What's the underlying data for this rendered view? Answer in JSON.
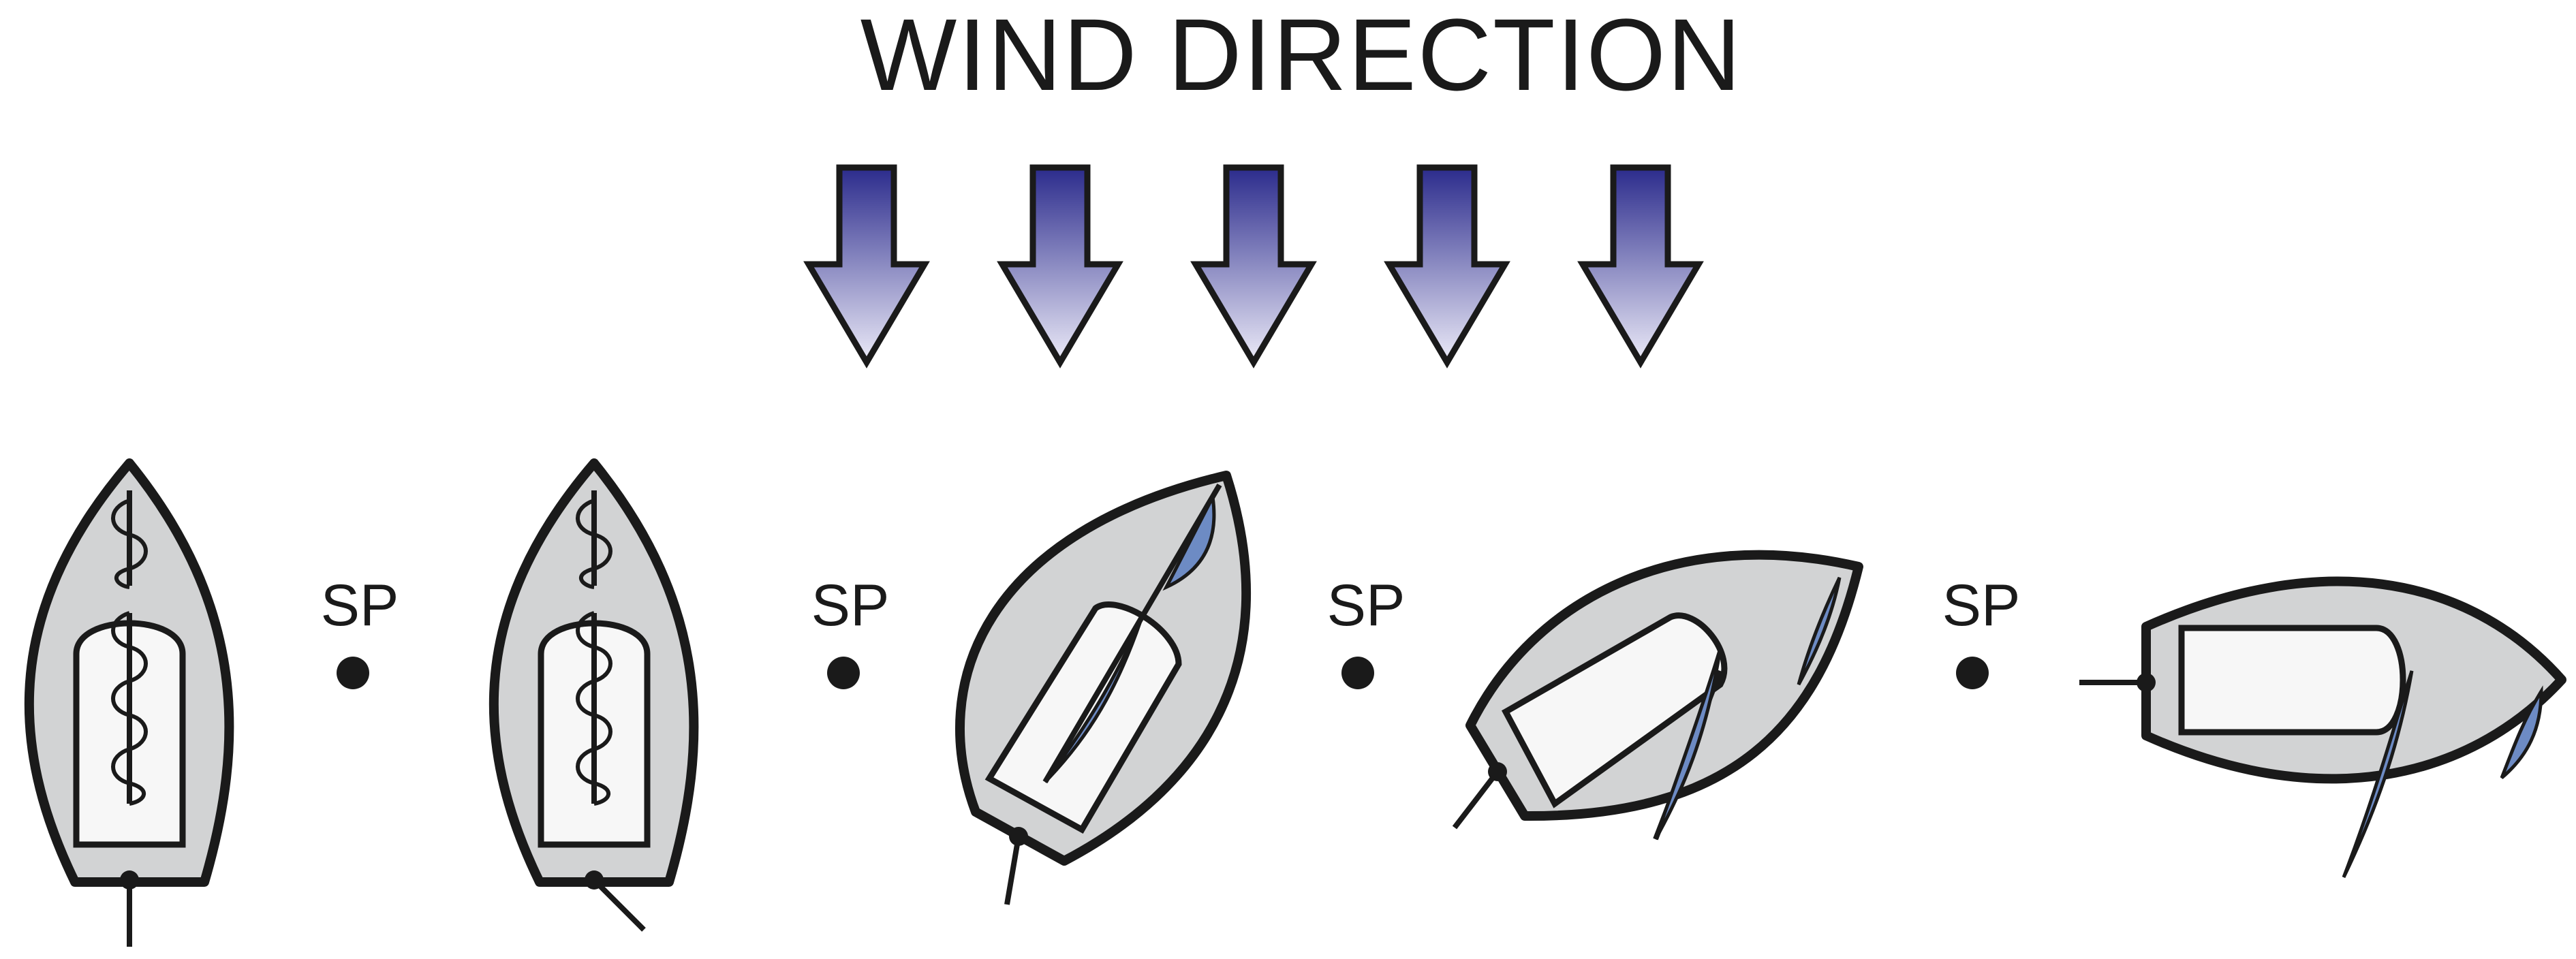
{
  "title": "WIND DIRECTION",
  "wind_arrow_count": 5,
  "pivot_labels": [
    "SP",
    "SP",
    "SP",
    "SP"
  ],
  "colors": {
    "arrow_top": "#2b2b8c",
    "arrow_bottom": "#ecebf8",
    "hull_fill": "#d2d3d4",
    "sail_blue": "#6d8bc4",
    "outline": "#1a1a1a"
  },
  "boats": [
    {
      "name": "boat-head-to-wind",
      "heading": "head to wind"
    },
    {
      "name": "boat-head-to-wind-rudder-over",
      "heading": "head to wind, rudder turned"
    },
    {
      "name": "boat-bearing-away",
      "heading": "bearing away"
    },
    {
      "name": "boat-close-reach",
      "heading": "close reach"
    },
    {
      "name": "boat-beam-reach",
      "heading": "beam reach"
    }
  ]
}
